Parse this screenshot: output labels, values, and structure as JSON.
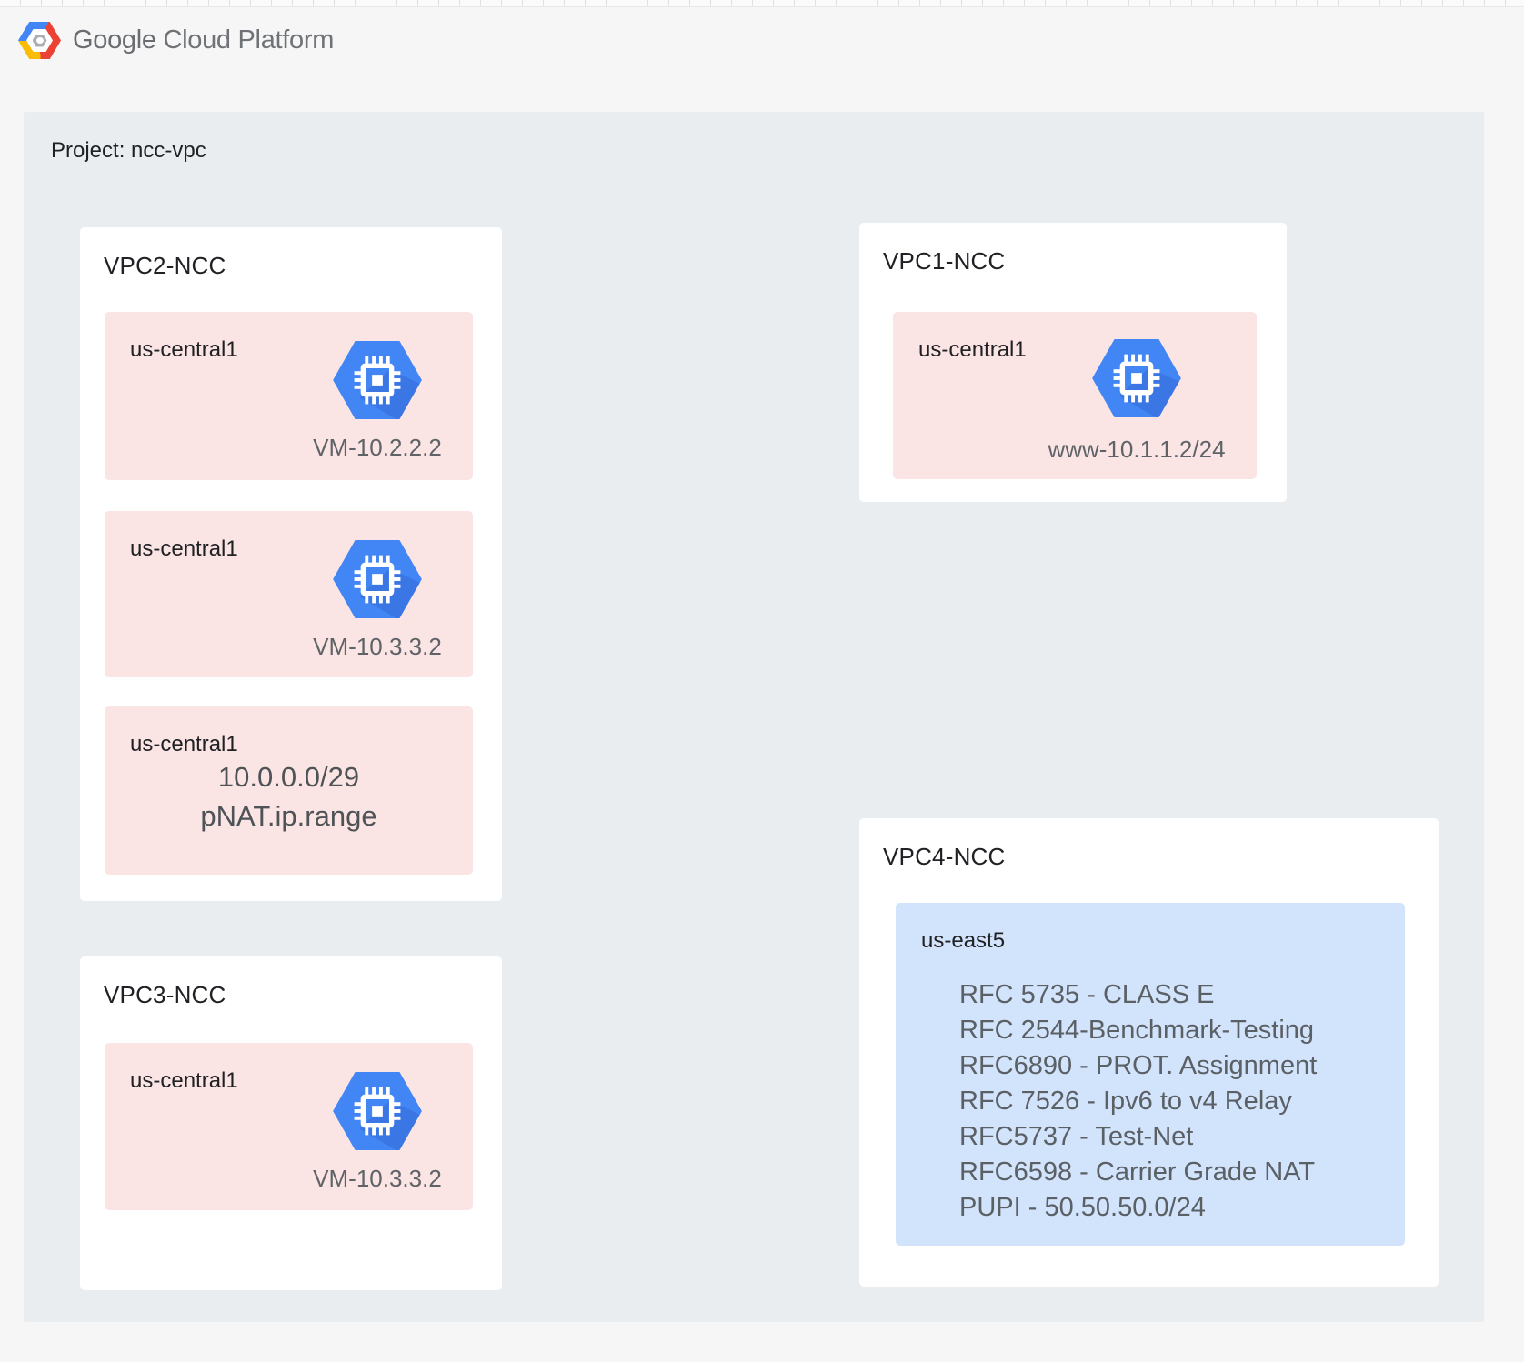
{
  "header": {
    "logo_icon": "gcp-hexagon-logo",
    "brand_google": "Google",
    "brand_rest": "Cloud Platform"
  },
  "project": {
    "label": "Project: ncc-vpc"
  },
  "vpcs": [
    {
      "id": "vpc2",
      "title": "VPC2-NCC",
      "subnets": [
        {
          "region": "us-central1",
          "icon": "compute-engine-icon",
          "vm_label": "VM-10.2.2.2"
        },
        {
          "region": "us-central1",
          "icon": "compute-engine-icon",
          "vm_label": "VM-10.3.3.2"
        },
        {
          "region": "us-central1",
          "lines": [
            "10.0.0.0/29",
            "pNAT.ip.range"
          ]
        }
      ]
    },
    {
      "id": "vpc1",
      "title": "VPC1-NCC",
      "subnets": [
        {
          "region": "us-central1",
          "icon": "compute-engine-icon",
          "vm_label": "www-10.1.1.2/24"
        }
      ]
    },
    {
      "id": "vpc3",
      "title": "VPC3-NCC",
      "subnets": [
        {
          "region": "us-central1",
          "icon": "compute-engine-icon",
          "vm_label": "VM-10.3.3.2"
        }
      ]
    },
    {
      "id": "vpc4",
      "title": "VPC4-NCC",
      "subnets": [
        {
          "region": "us-east5",
          "lines": [
            "RFC 5735 - CLASS E",
            "RFC 2544-Benchmark-Testing",
            "RFC6890 - PROT. Assignment",
            "RFC 7526 - Ipv6 to v4 Relay",
            "RFC5737 - Test-Net",
            "RFC6598 - Carrier Grade NAT",
            "PUPI - 50.50.50.0/24"
          ]
        }
      ]
    }
  ],
  "colors": {
    "page_bg": "#f6f6f6",
    "project_bg": "#e9edf0",
    "vpc_bg": "#ffffff",
    "subnet_pink": "#fbe5e4",
    "subnet_blue": "#d2e3fc",
    "icon_blue": "#4285f4",
    "icon_shadow_blue": "#3367d6",
    "logo_red": "#ea4335",
    "logo_yellow": "#fbbc05",
    "text_dark": "#202124",
    "text_gray": "#5f6368"
  }
}
